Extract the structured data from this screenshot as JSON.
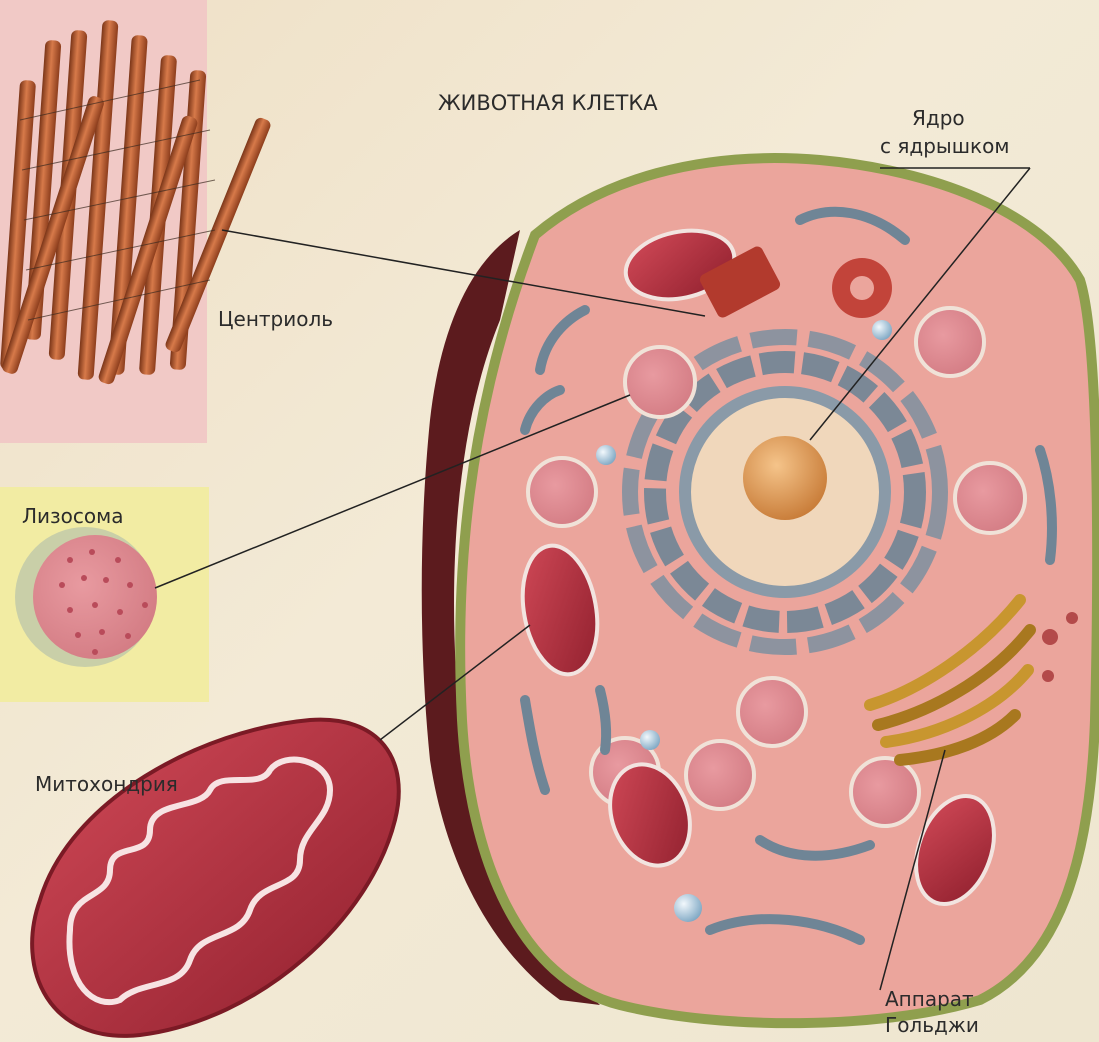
{
  "title": "ЖИВОТНАЯ КЛЕТКА",
  "labels": {
    "nucleus_line1": "Ядро",
    "nucleus_line2": "с ядрышком",
    "centriole": "Центриоль",
    "lysosome": "Лизосома",
    "mitochondrion": "Митохондрия",
    "golgi_line1": "Аппарат",
    "golgi_line2": "Гольджи"
  },
  "colors": {
    "cytoplasm": "#eba59c",
    "membrane": "#8f9f4e",
    "membrane_side": "#5a1a1c",
    "nucleus": "#f0d7bb",
    "nucleolus": "#d08a45",
    "lysosome": "#dc8a90",
    "lysosome_dots": "#b94b5a",
    "mitochondrion": "#b8303f",
    "golgi": "#c8962f",
    "centriole": "#b5552d",
    "er": "#6f8596",
    "vesicle": "#b9d3e2",
    "centriole_panel": "#f2c7c7",
    "lysosome_panel": "#f3eda4"
  }
}
